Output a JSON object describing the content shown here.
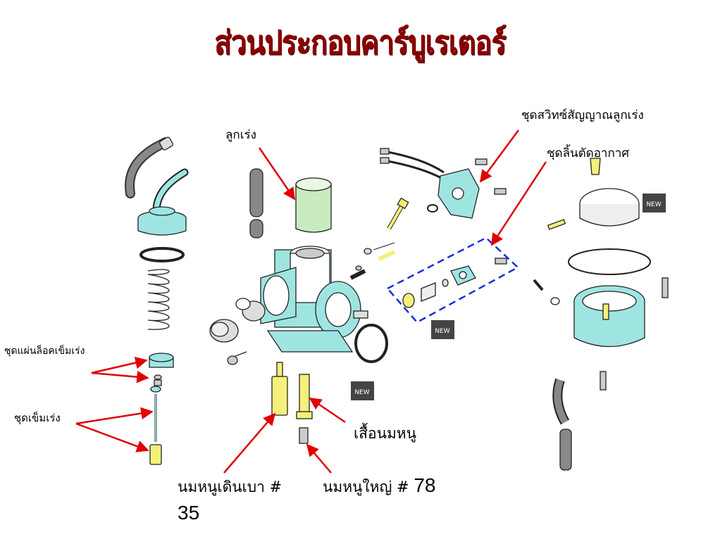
{
  "title": "ส่วนประกอบคาร์บูเรเตอร์",
  "labels": {
    "throttle_valve": "ลูกเร่ง",
    "throttle_sensor": "ชุดสวิทซ์สัญญาณลูกเร่ง",
    "air_cutoff": "ชุดลิ้นตัดอากาศ",
    "needle_clip": "ชุดแผ่นล็อคเข็มเร่ง",
    "jet_needle": "ชุดเข็มเร่ง",
    "needle_jet": "เสื้อนมหนู",
    "slow_jet_text": "นมหนูเดินเบา #",
    "slow_jet_num": "35",
    "main_jet_text": "นมหนูใหญ่ #",
    "main_jet_num": "78"
  },
  "badges": [
    "NEW",
    "NEW",
    "NEW"
  ],
  "colors": {
    "title": "#8b0000",
    "arrow": "#e00000",
    "cyan_part": "#9ee5e2",
    "yellow_part": "#f5f07a",
    "green_part": "#c8ecc0",
    "dashed_box": "#1a2fd6"
  }
}
